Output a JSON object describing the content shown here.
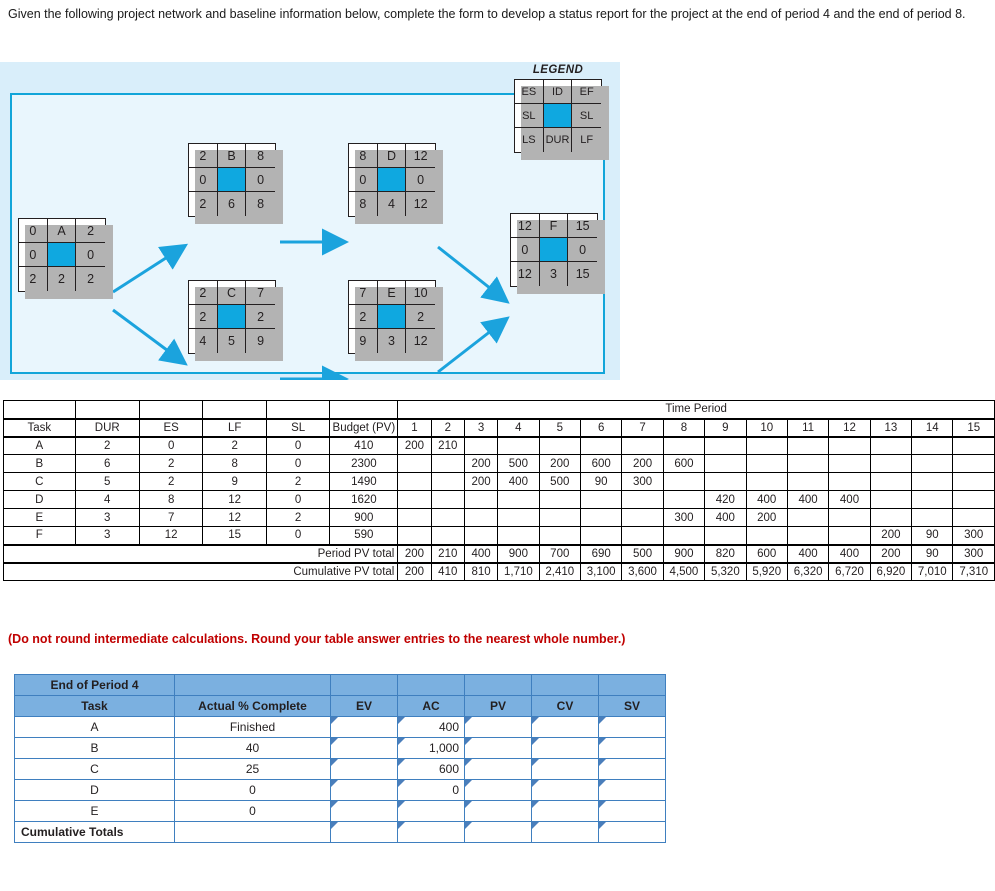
{
  "prompt": "Given the following project network and baseline information below, complete the form to develop a status report for the project at the end of period 4 and the end of period 8.",
  "diagram": {
    "legend_title": "LEGEND",
    "legend_cells": [
      "ES",
      "ID",
      "EF",
      "SL",
      "",
      "SL",
      "LS",
      "DUR",
      "LF"
    ],
    "accent_color": "#0fa8e0",
    "frame_color": "#12a5d9",
    "background_color": "#e9f6fd",
    "nodes": [
      {
        "id": "A",
        "cells": [
          "0",
          "A",
          "2",
          "0",
          "",
          "0",
          "2",
          "2",
          "2"
        ]
      },
      {
        "id": "B",
        "cells": [
          "2",
          "B",
          "8",
          "0",
          "",
          "0",
          "2",
          "6",
          "8"
        ]
      },
      {
        "id": "C",
        "cells": [
          "2",
          "C",
          "7",
          "2",
          "",
          "2",
          "4",
          "5",
          "9"
        ]
      },
      {
        "id": "D",
        "cells": [
          "8",
          "D",
          "12",
          "0",
          "",
          "0",
          "8",
          "4",
          "12"
        ]
      },
      {
        "id": "E",
        "cells": [
          "7",
          "E",
          "10",
          "2",
          "",
          "2",
          "9",
          "3",
          "12"
        ]
      },
      {
        "id": "F",
        "cells": [
          "12",
          "F",
          "15",
          "0",
          "",
          "0",
          "12",
          "3",
          "15"
        ]
      }
    ]
  },
  "baseline_table": {
    "time_period_header": "Time Period",
    "columns": [
      "Task",
      "DUR",
      "ES",
      "LF",
      "SL",
      "Budget (PV)"
    ],
    "periods": [
      "1",
      "2",
      "3",
      "4",
      "5",
      "6",
      "7",
      "8",
      "9",
      "10",
      "11",
      "12",
      "13",
      "14",
      "15"
    ],
    "rows": [
      {
        "task": "A",
        "dur": "2",
        "es": "0",
        "lf": "2",
        "sl": "0",
        "budget": "410",
        "pv": [
          "200",
          "210",
          "",
          "",
          "",
          "",
          "",
          "",
          "",
          "",
          "",
          "",
          "",
          "",
          ""
        ]
      },
      {
        "task": "B",
        "dur": "6",
        "es": "2",
        "lf": "8",
        "sl": "0",
        "budget": "2300",
        "pv": [
          "",
          "",
          "200",
          "500",
          "200",
          "600",
          "200",
          "600",
          "",
          "",
          "",
          "",
          "",
          "",
          ""
        ]
      },
      {
        "task": "C",
        "dur": "5",
        "es": "2",
        "lf": "9",
        "sl": "2",
        "budget": "1490",
        "pv": [
          "",
          "",
          "200",
          "400",
          "500",
          "90",
          "300",
          "",
          "",
          "",
          "",
          "",
          "",
          "",
          ""
        ]
      },
      {
        "task": "D",
        "dur": "4",
        "es": "8",
        "lf": "12",
        "sl": "0",
        "budget": "1620",
        "pv": [
          "",
          "",
          "",
          "",
          "",
          "",
          "",
          "",
          "420",
          "400",
          "400",
          "400",
          "",
          "",
          ""
        ]
      },
      {
        "task": "E",
        "dur": "3",
        "es": "7",
        "lf": "12",
        "sl": "2",
        "budget": "900",
        "pv": [
          "",
          "",
          "",
          "",
          "",
          "",
          "",
          "300",
          "400",
          "200",
          "",
          "",
          "",
          "",
          ""
        ]
      },
      {
        "task": "F",
        "dur": "3",
        "es": "12",
        "lf": "15",
        "sl": "0",
        "budget": "590",
        "pv": [
          "",
          "",
          "",
          "",
          "",
          "",
          "",
          "",
          "",
          "",
          "",
          "",
          "200",
          "90",
          "300"
        ]
      }
    ],
    "period_total_label": "Period PV total",
    "period_totals": [
      "200",
      "210",
      "400",
      "900",
      "700",
      "690",
      "500",
      "900",
      "820",
      "600",
      "400",
      "400",
      "200",
      "90",
      "300"
    ],
    "cumulative_total_label": "Cumulative PV total",
    "cumulative_totals": [
      "200",
      "410",
      "810",
      "1,710",
      "2,410",
      "3,100",
      "3,600",
      "4,500",
      "5,320",
      "5,920",
      "6,320",
      "6,720",
      "6,920",
      "7,010",
      "7,310"
    ]
  },
  "note": "(Do not round intermediate calculations. Round your table answer entries to the nearest whole number.)",
  "form_table": {
    "header_color": "#7bb0e0",
    "title": "End of Period 4",
    "columns": [
      "Task",
      "Actual % Complete",
      "EV",
      "AC",
      "PV",
      "CV",
      "SV"
    ],
    "rows": [
      {
        "task": "A",
        "pct": "Finished",
        "ev": "",
        "ac": "400",
        "pv": "",
        "cv": "",
        "sv": ""
      },
      {
        "task": "B",
        "pct": "40",
        "ev": "",
        "ac": "1,000",
        "pv": "",
        "cv": "",
        "sv": ""
      },
      {
        "task": "C",
        "pct": "25",
        "ev": "",
        "ac": "600",
        "pv": "",
        "cv": "",
        "sv": ""
      },
      {
        "task": "D",
        "pct": "0",
        "ev": "",
        "ac": "0",
        "pv": "",
        "cv": "",
        "sv": ""
      },
      {
        "task": "E",
        "pct": "0",
        "ev": "",
        "ac": "",
        "pv": "",
        "cv": "",
        "sv": ""
      }
    ],
    "totals_label": "Cumulative Totals"
  }
}
